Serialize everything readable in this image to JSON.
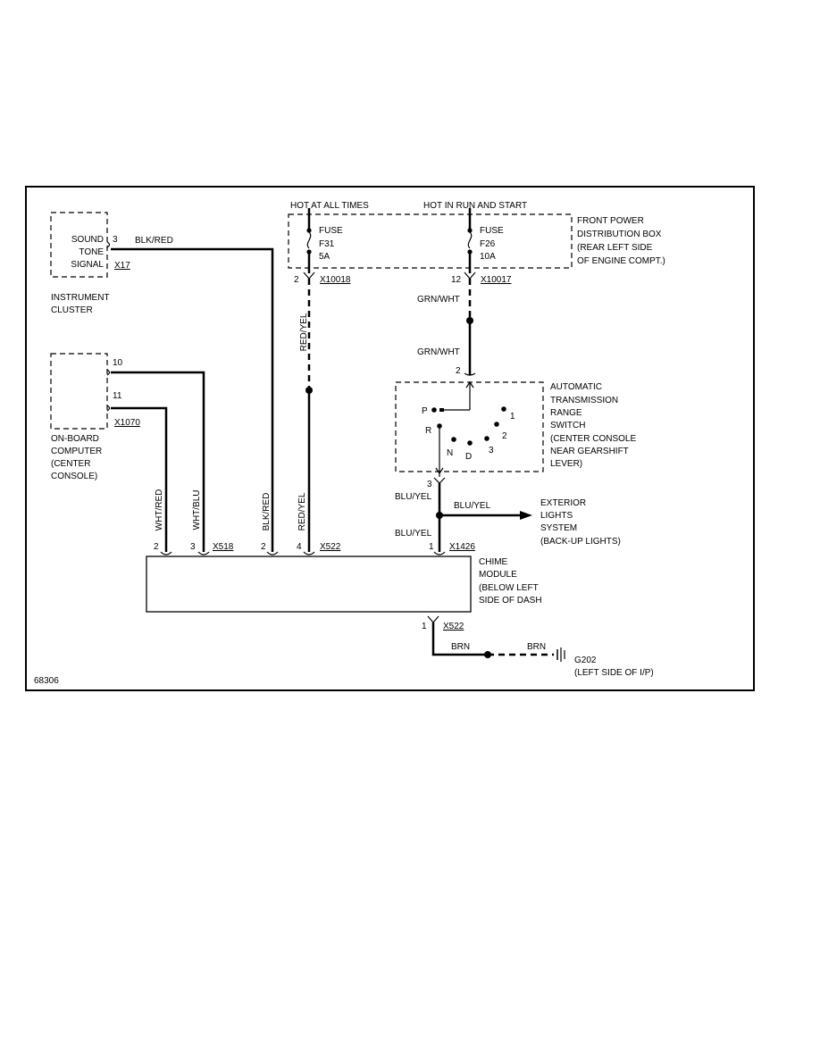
{
  "instrument_cluster": {
    "sound": "SOUND",
    "tone": "TONE",
    "signal": "SIGNAL",
    "pin": "3",
    "connector": "X17",
    "name_1": "INSTRUMENT",
    "name_2": "CLUSTER"
  },
  "on_board_computer": {
    "pin_a": "10",
    "pin_b": "11",
    "connector": "X1070",
    "name_1": "ON-BOARD",
    "name_2": "COMPUTER",
    "name_3": "(CENTER",
    "name_4": "CONSOLE)"
  },
  "power": {
    "hot_always": "HOT AT ALL TIMES",
    "hot_run": "HOT IN RUN AND START",
    "fuse_label": "FUSE",
    "f31": "F31",
    "f31_amp": "5A",
    "f26": "F26",
    "f26_amp": "10A",
    "box_1": "FRONT POWER",
    "box_2": "DISTRIBUTION BOX",
    "box_3": "(REAR LEFT SIDE",
    "box_4": "OF ENGINE COMPT.)",
    "pin_left": "2",
    "conn_left": "X10018",
    "pin_right": "12",
    "conn_right": "X10017"
  },
  "wires": {
    "blk_red": "BLK/RED",
    "grn_wht": "GRN/WHT",
    "red_yel": "RED/YEL",
    "wht_red": "WHT/RED",
    "wht_blu": "WHT/BLU",
    "blu_yel": "BLU/YEL",
    "brn": "BRN"
  },
  "range_switch": {
    "pin_in": "2",
    "pin_out": "3",
    "p": "P",
    "r": "R",
    "n": "N",
    "d": "D",
    "g3": "3",
    "g2": "2",
    "g1": "1",
    "name_1": "AUTOMATIC",
    "name_2": "TRANSMISSION",
    "name_3": "RANGE",
    "name_4": "SWITCH",
    "name_5": "(CENTER CONSOLE",
    "name_6": "NEAR GEARSHIFT",
    "name_7": "LEVER)"
  },
  "exterior_lights": {
    "name_1": "EXTERIOR",
    "name_2": "LIGHTS",
    "name_3": "SYSTEM",
    "name_4": "(BACK-UP LIGHTS)"
  },
  "chime_module": {
    "pin_2": "2",
    "pin_3": "3",
    "conn_518": "X518",
    "pin_2b": "2",
    "pin_4": "4",
    "conn_522": "X522",
    "pin_1": "1",
    "conn_1426": "X1426",
    "pin_gnd": "1",
    "conn_gnd": "X522",
    "name_1": "CHIME",
    "name_2": "MODULE",
    "name_3": "(BELOW LEFT",
    "name_4": "SIDE OF DASH"
  },
  "ground": {
    "name": "G202",
    "location": "(LEFT SIDE OF I/P)"
  },
  "figure_id": "68306"
}
